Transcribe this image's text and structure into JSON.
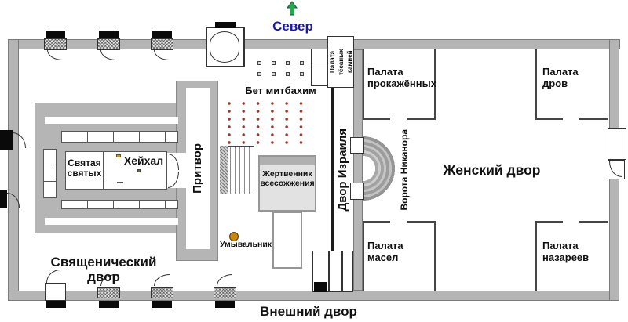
{
  "compass": {
    "north_label": "Север"
  },
  "courts": {
    "outer": "Внешний двор",
    "priests": "Священический двор",
    "israel": "Двор Израиля",
    "women": "Женский двор"
  },
  "temple": {
    "holy_of_holies": "Святая святых",
    "heikhal": "Хейхал",
    "porch": "Притвор"
  },
  "chambers": {
    "hewn_stone": "Палата тёсаных камней",
    "lepers": "Палата прокажённых",
    "wood": "Палата дров",
    "oils": "Палата масел",
    "nazirites": "Палата назареев",
    "slaughterhouse": "Бет митбахим"
  },
  "features": {
    "altar": "Жертвенник всесожжения",
    "laver": "Умывальник",
    "nicanor_gate": "Ворота Никанора"
  },
  "colors": {
    "wall": "#b5b5b5",
    "wall_outline": "#7a7a7a",
    "north_text": "#1a17a3",
    "arrow_green": "#21a94e",
    "laver_fill": "#c8860b",
    "red_mark": "#993b2b",
    "altar_fill": "#e2e2e2"
  }
}
